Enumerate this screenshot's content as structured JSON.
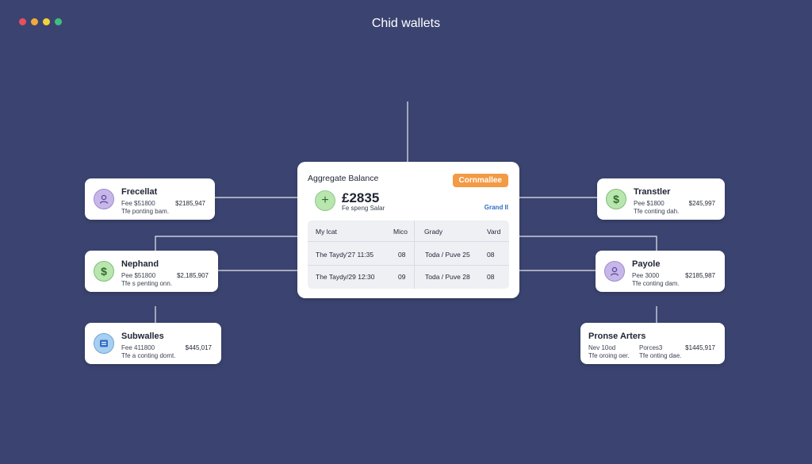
{
  "window": {
    "title": "Chid wallets",
    "dot_colors": [
      "#e8505b",
      "#f2a93b",
      "#f0d43a",
      "#3fbf7f"
    ]
  },
  "aggregate": {
    "label": "Aggregate Balance",
    "badge": "Cornmallee",
    "amount": "£2835",
    "subtext": "Fe speng Salar",
    "grand_label": "Grand II",
    "table": {
      "headers": [
        "My lcat",
        "Mico",
        "Grady",
        "Vard"
      ],
      "rows": [
        [
          "The Taydy'27 11:35",
          "08",
          "Toda / Puve 25",
          "08"
        ],
        [
          "The Taydy/29 12:30",
          "09",
          "Toda / Puve 28",
          "08"
        ]
      ]
    }
  },
  "wallets": {
    "frecellat": {
      "name": "Frecellat",
      "line1": "Fee $51800",
      "line2": "Tfe ponting bam.",
      "amount": "$2185,947",
      "icon": "person-icon",
      "color": "#c7b7e8"
    },
    "nephand": {
      "name": "Nephand",
      "line1": "Pee $51800",
      "line2": "Tfe s penting onn.",
      "amount": "$2,185,907",
      "icon": "dollar-icon",
      "color": "#b9e6ae"
    },
    "subwalles": {
      "name": "Subwalles",
      "line1": "Fee 411800",
      "line2": "Tfe a conting domt.",
      "amount": "$445,017",
      "icon": "wallet-icon",
      "color": "#a9cff0"
    },
    "transtler": {
      "name": "Transtler",
      "line1": "Pee $1800",
      "line2": "Tfe conting dah.",
      "amount": "$245,997",
      "icon": "dollar-icon",
      "color": "#b9e6ae"
    },
    "payole": {
      "name": "Payole",
      "line1": "Pee 3000",
      "line2": "Tfe conting dam.",
      "amount": "$2185,987",
      "icon": "person-icon",
      "color": "#c7b7e8"
    },
    "pronse": {
      "name": "Pronse Arters",
      "line1": "Nev 10od",
      "line2": "Tfe oroing oer.",
      "mid1": "Porces3",
      "mid2": "Tfe onting dae.",
      "amount": "$1445,917"
    }
  }
}
